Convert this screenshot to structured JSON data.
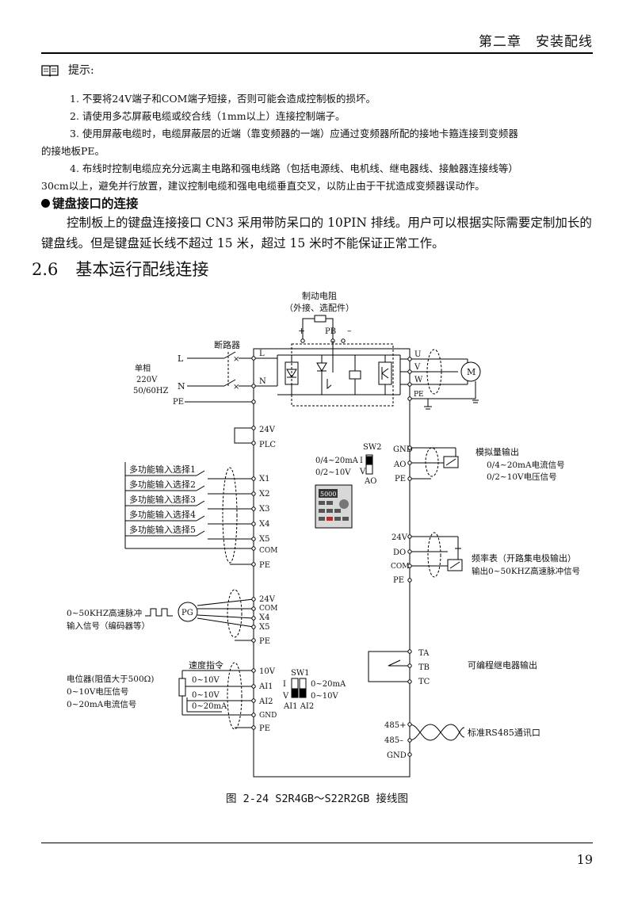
{
  "header": {
    "chapter_title": "第二章　安装配线"
  },
  "tips": {
    "heading": "提示:",
    "items": [
      "1.  不要将24V端子和COM端子短接，否则可能会造成控制板的损坏。",
      "2.  请使用多芯屏蔽电缆或绞合线（1mm以上）连接控制端子。",
      "3.  使用屏蔽电缆时，电缆屏蔽层的近端（靠变频器的一端）应通过变频器所配的接地卡箍连接到变频器",
      "的接地板PE。",
      "4.  布线时控制电缆应充分远离主电路和强电线路（包括电源线、电机线、继电器线、接触器连接线等）",
      "30cm以上，避免并行放置，建议控制电缆和强电电缆垂直交叉，以防止由于干扰造成变频器误动作。"
    ]
  },
  "keyboard": {
    "heading": "键盘接口的连接",
    "body": "控制板上的键盘连接接口 CN3 采用带防呆口的 10PIN 排线。用户可以根据实际需要定制加长的键盘线。但是键盘延长线不超过 15 米，超过 15 米时不能保证正常工作。"
  },
  "section": {
    "number": "2.6",
    "title": "基本运行配线连接"
  },
  "diagram": {
    "brake_resistor": "制动电阻",
    "brake_optional": "（外接、选配件）",
    "plus": "+",
    "pb": "PB",
    "minus": "–",
    "breaker": "断路器",
    "supply": [
      "单相",
      "220V",
      "50/60HZ"
    ],
    "line_L": "L",
    "line_N": "N",
    "line_PE": "PE",
    "motor_M": "M",
    "term_left_top": [
      "L",
      "N"
    ],
    "term_right_top": [
      "U",
      "V",
      "W",
      "PE"
    ],
    "term_24v": "24V",
    "term_plc": "PLC",
    "di_labels": [
      "多功能输入选择1",
      "多功能输入选择2",
      "多功能输入选择3",
      "多功能输入选择4",
      "多功能输入选择5"
    ],
    "di_terms": [
      "X1",
      "X2",
      "X3",
      "X4",
      "X5",
      "COM",
      "PE"
    ],
    "pg_label": "PG",
    "pulse_text": "0~50KHZ高速脉冲",
    "pulse_text2": "输入信号（编码器等）",
    "pg_terms": [
      "24V",
      "COM",
      "X4",
      "X5",
      "PE"
    ],
    "speed_cmd": "速度指令",
    "pot_lines": [
      "电位器(阻值大于500Ω)",
      "0~10V电压信号",
      "0~20mA电流信号"
    ],
    "ai_ranges": [
      "0~10V",
      "0~10V",
      "0~20mA"
    ],
    "ai_terms": [
      "10V",
      "AI1",
      "AI2",
      "GND",
      "PE"
    ],
    "sw1": "SW1",
    "sw1_rows": [
      "I",
      "V"
    ],
    "sw1_vals": [
      "0~20mA",
      "0~10V"
    ],
    "sw1_bottom": "AI1 AI2",
    "sw2": "SW2",
    "sw2_vals": [
      "0/4~20mA",
      "0/2~10V"
    ],
    "sw2_rows": [
      "I",
      "V"
    ],
    "sw2_bottom": "AO",
    "keypad_display": "5000",
    "ao_terms": [
      "GND",
      "AO",
      "PE"
    ],
    "ao_desc": [
      "模拟量输出",
      "0/4~20mA电流信号",
      "0/2~10V电压信号"
    ],
    "do_terms": [
      "24V",
      "DO",
      "COM",
      "PE"
    ],
    "do_desc": [
      "频率表（开路集电极输出）",
      "输出0~50KHZ高速脉冲信号"
    ],
    "relay_terms": [
      "TA",
      "TB",
      "TC"
    ],
    "relay_desc": "可编程继电器输出",
    "rs485_terms": [
      "485+",
      "485–",
      "GND"
    ],
    "rs485_desc": "标准RS485通讯口"
  },
  "caption": "图 2-24 S2R4GB～S22R2GB 接线图",
  "page_number": "19"
}
